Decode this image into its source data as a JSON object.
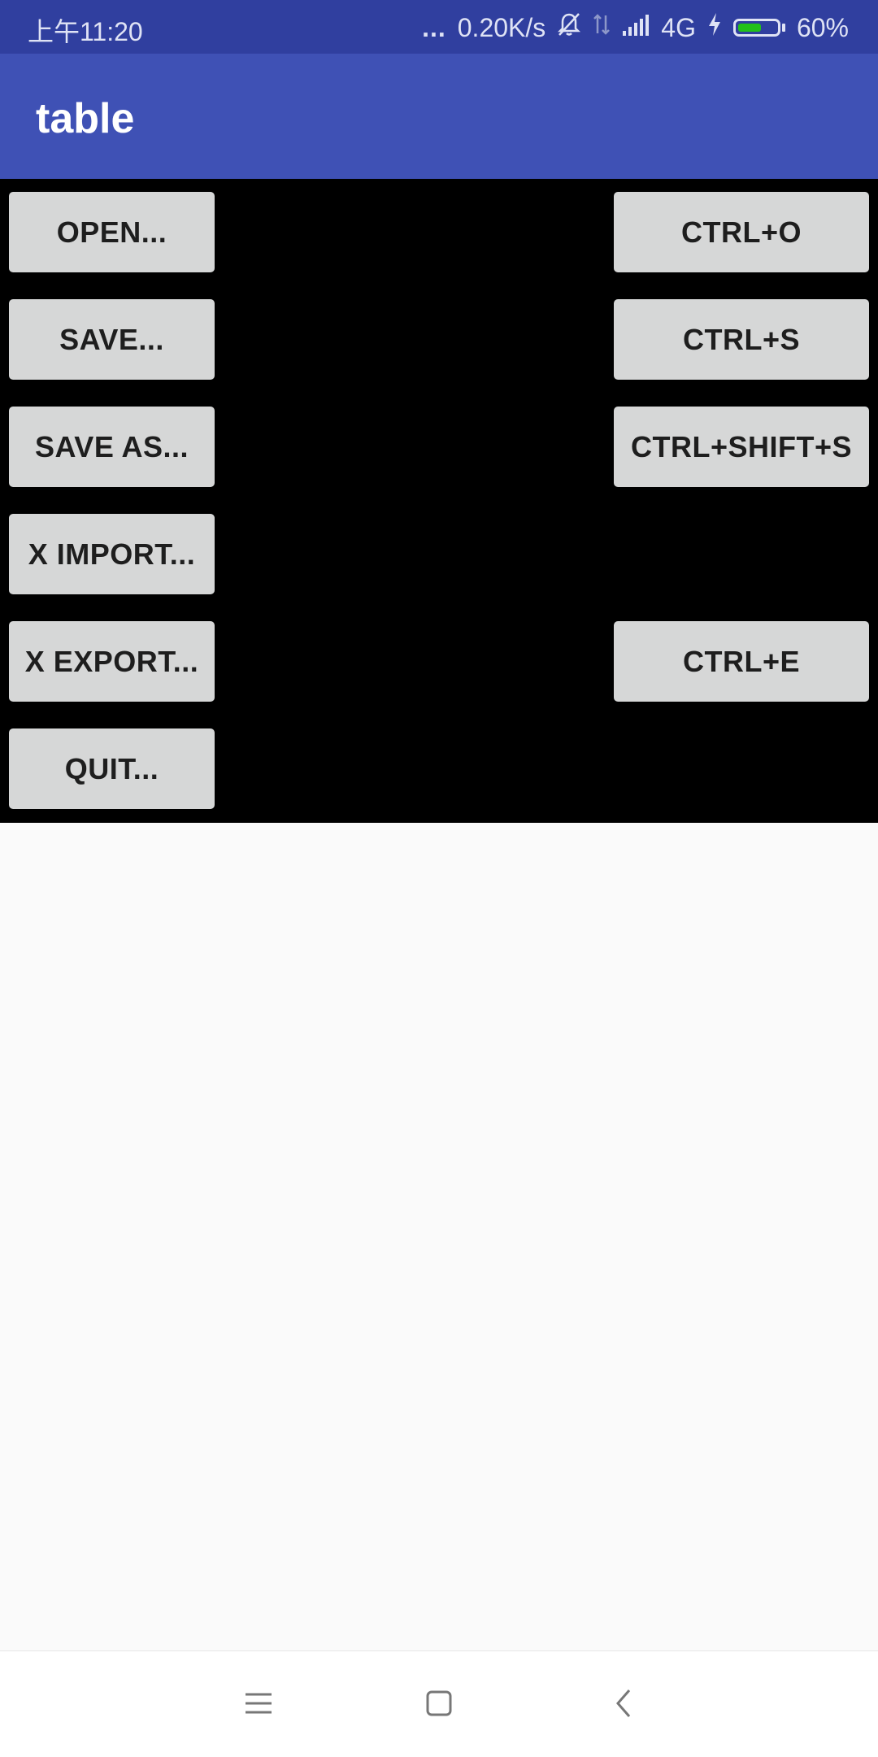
{
  "status_bar": {
    "time": "上午11:20",
    "dots": "...",
    "net_speed": "0.20K/s",
    "network": "4G",
    "battery_pct": "60%",
    "battery_level": 0.6,
    "battery_color": "#22c11a",
    "icons": [
      "more-dots-icon",
      "bell-off-icon",
      "data-arrows-icon",
      "signal-icon",
      "charging-icon",
      "battery-icon"
    ]
  },
  "app_bar": {
    "title": "table",
    "color": "#3f51b5"
  },
  "rows": [
    {
      "action": "OPEN...",
      "shortcut": "CTRL+O"
    },
    {
      "action": "SAVE...",
      "shortcut": "CTRL+S"
    },
    {
      "action": "SAVE AS...",
      "shortcut": "CTRL+SHIFT+S"
    },
    {
      "action": "X IMPORT...",
      "shortcut": ""
    },
    {
      "action": "X EXPORT...",
      "shortcut": "CTRL+E"
    },
    {
      "action": "QUIT...",
      "shortcut": ""
    }
  ],
  "nav_bar": {
    "icons": [
      "menu-icon",
      "home-icon",
      "back-icon"
    ]
  }
}
